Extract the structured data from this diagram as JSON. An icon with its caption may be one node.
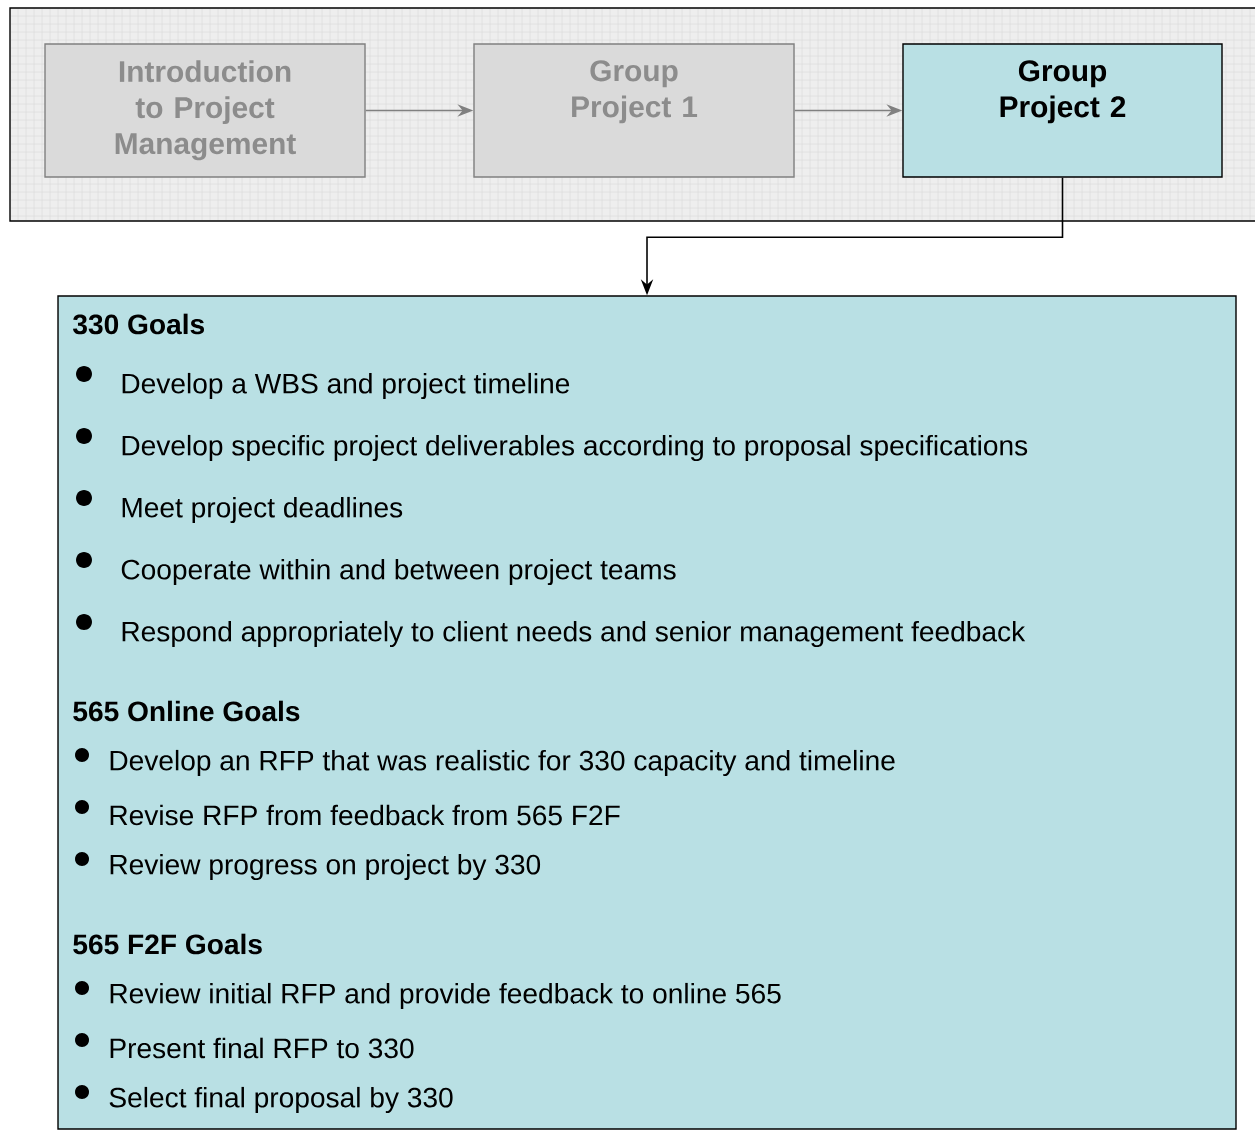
{
  "diagram": {
    "nodes": [
      {
        "text": [],
        "shape": "box"
      },
      {
        "text": [
          "Introduction to Project Management"
        ],
        "in": 0
      },
      {
        "text": [
          "Group Project 1"
        ],
        "in": 0
      },
      {
        "text": [
          "Group Project 2"
        ],
        "in": 0
      },
      {
        "text": [
          "330 Goals",
          "Develop a WBS and project timeline",
          "Develop specific project deliverables according to proposal specifications",
          "Meet project deadlines",
          "Cooperate within and between project teams",
          "Respond appropriately to client needs and senior management feedback",
          "565 Online Goals",
          "Develop an RFP that was realistic for 330 capacity and timeline",
          "Revise RFP from feedback from 565 F2F",
          "Review progress on project by 330",
          "565 F2F Goals",
          "Review initial RFP and provide feedback to online 565",
          "Present final RFP to 330",
          "Select final proposal by 330"
        ]
      }
    ],
    "edges": [
      {
        "from": 1,
        "to": 2,
        "arrow": "to"
      },
      {
        "from": 2,
        "to": 3,
        "arrow": "to"
      },
      {
        "from": 3,
        "to": 4,
        "arrow": "to",
        "color": "#000000"
      }
    ]
  }
}
